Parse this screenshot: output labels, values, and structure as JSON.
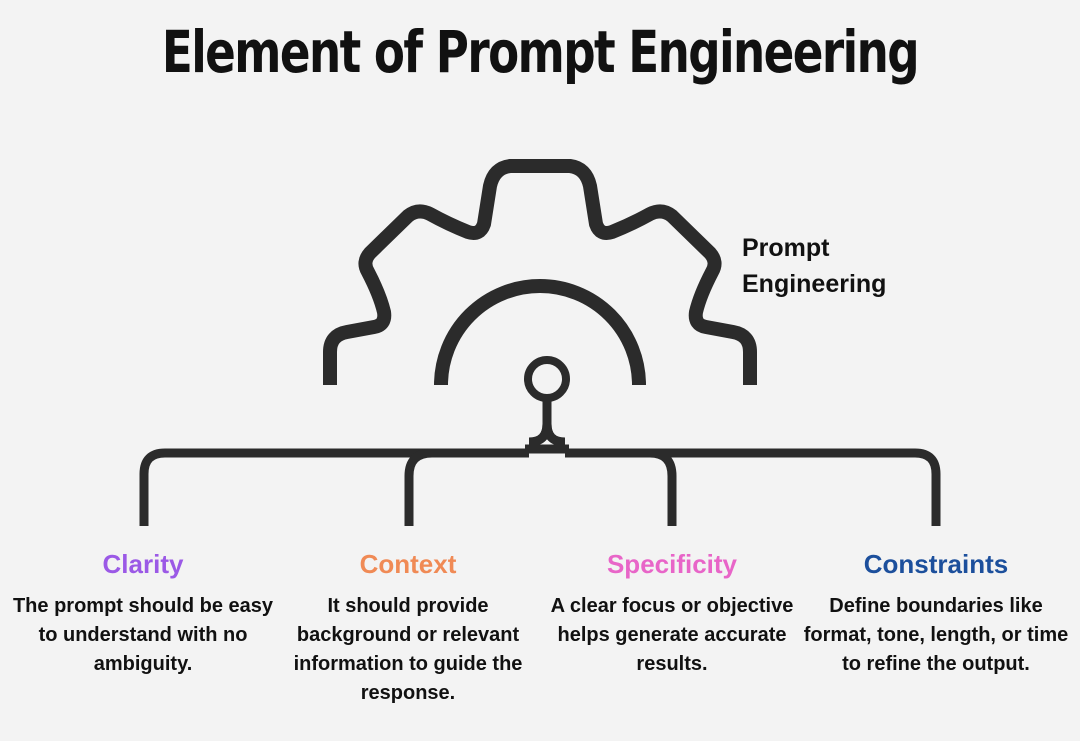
{
  "title": "Element of Prompt Engineering",
  "center": {
    "label": "Prompt Engineering",
    "icon": "gear-icon"
  },
  "items": [
    {
      "title": "Clarity",
      "color": "#9b59e6",
      "description": "The prompt should be easy to understand with no ambiguity."
    },
    {
      "title": "Context",
      "color": "#f08a55",
      "description": "It should provide background or relevant information to guide the response."
    },
    {
      "title": "Specificity",
      "color": "#e865c8",
      "description": "A clear focus or objective helps generate accurate results."
    },
    {
      "title": "Constraints",
      "color": "#1c4f9c",
      "description": "Define boundaries like format, tone, length, or time to refine the output."
    }
  ],
  "colors": {
    "stroke": "#2b2b2b",
    "background": "#f3f3f3",
    "text": "#111111"
  }
}
